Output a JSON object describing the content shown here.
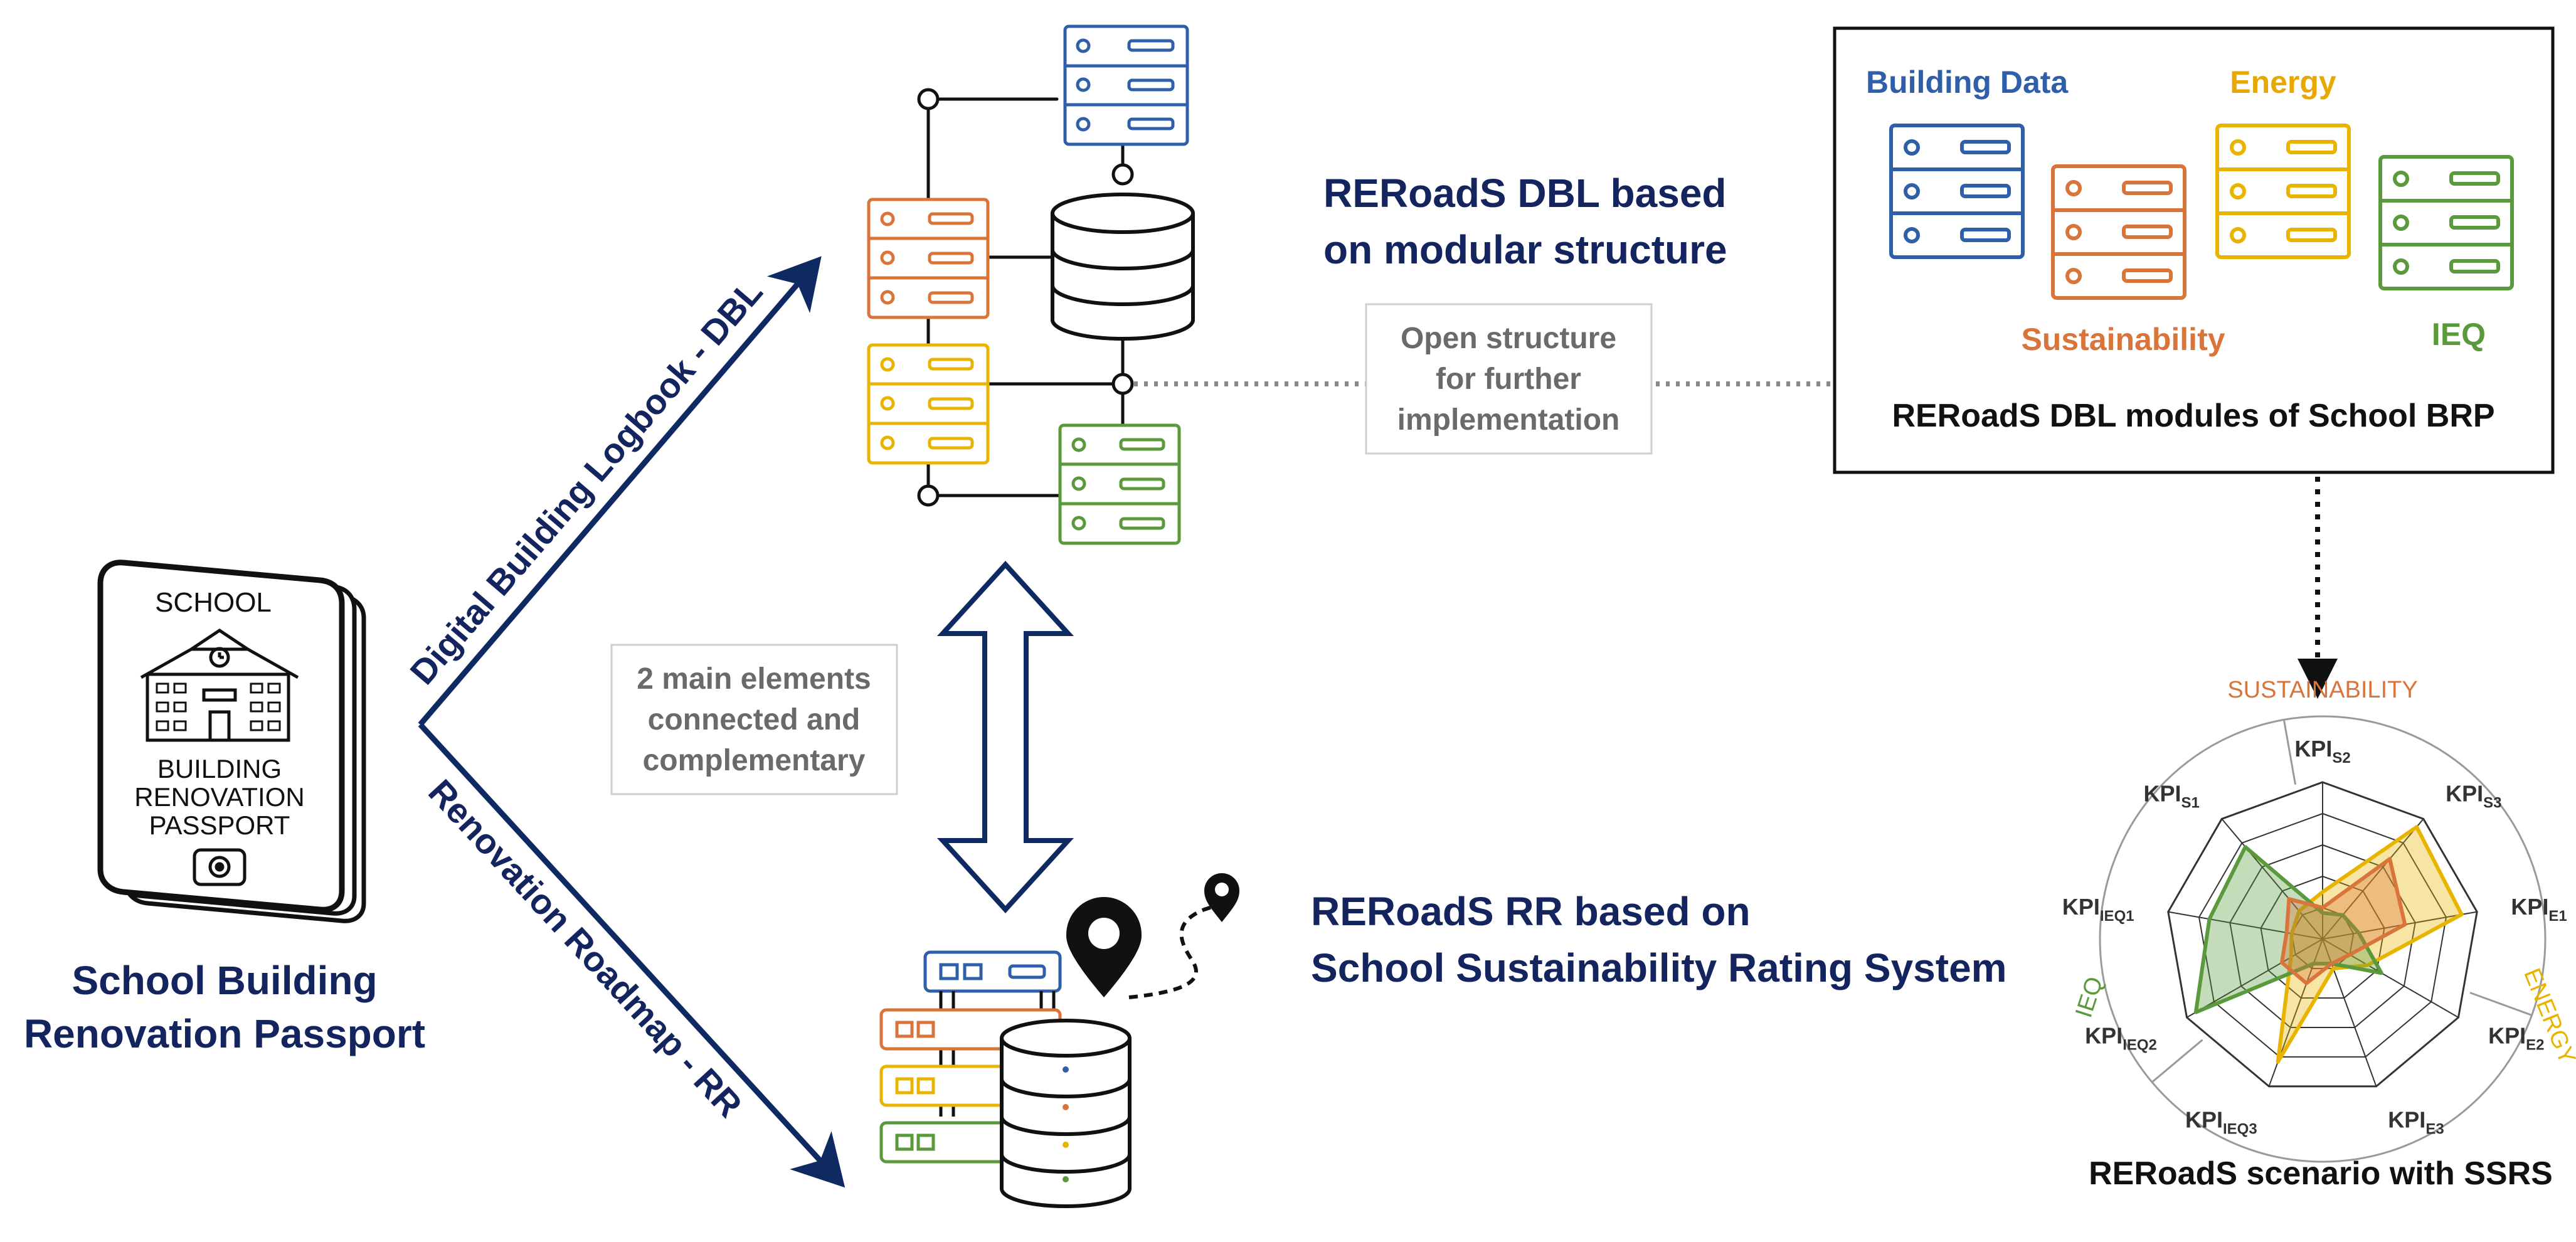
{
  "colors": {
    "navy": "#14245e",
    "blue": "#2f5fa8",
    "orange": "#d9743a",
    "yellow": "#e8b400",
    "green": "#5a9a3c",
    "grey_text": "#6a6a6a"
  },
  "passport": {
    "school": "SCHOOL",
    "line1": "BUILDING",
    "line2": "RENOVATION",
    "line3": "PASSPORT",
    "caption_line1": "School Building",
    "caption_line2": "Renovation Passport",
    "icon": "school-building-icon"
  },
  "branches": {
    "dbl": "Digital Building Logbook - DBL",
    "rr": "Renovation Roadmap - RR"
  },
  "dbl": {
    "title_line1": "RERoadS DBL based",
    "title_line2": "on modular structure",
    "open_note": [
      "Open structure",
      "for further",
      "implementation"
    ]
  },
  "connector_note": [
    "2 main elements",
    "connected and",
    "complementary"
  ],
  "rr": {
    "title_line1": "RERoadS RR based on",
    "title_line2": "School Sustainability Rating System",
    "icon": "map-pin-icon"
  },
  "modules": {
    "building_data": "Building Data",
    "energy": "Energy",
    "sustainability": "Sustainability",
    "ieq": "IEQ",
    "caption": "RERoadS DBL modules of School BRP"
  },
  "radar": {
    "caption": "RERoadS scenario with SSRS",
    "categories": [
      "SUSTAINABILITY",
      "ENERGY",
      "IEQ"
    ],
    "axes": [
      {
        "base": "KPI",
        "sub": "S2"
      },
      {
        "base": "KPI",
        "sub": "S3"
      },
      {
        "base": "KPI",
        "sub": "E1"
      },
      {
        "base": "KPI",
        "sub": "E2"
      },
      {
        "base": "KPI",
        "sub": "E3"
      },
      {
        "base": "KPI",
        "sub": "IEQ3"
      },
      {
        "base": "KPI",
        "sub": "IEQ2"
      },
      {
        "base": "KPI",
        "sub": "IEQ1"
      },
      {
        "base": "KPI",
        "sub": "S1"
      }
    ],
    "series": [
      {
        "color": "#e8b400",
        "values": [
          0.9,
          2.8,
          2.7,
          1.0,
          0.6,
          2.5,
          0.7,
          0.6,
          0.7
        ]
      },
      {
        "color": "#5a9a3c",
        "values": [
          0.5,
          0.6,
          0.7,
          1.3,
          0.5,
          0.5,
          2.8,
          2.2,
          2.3
        ]
      },
      {
        "color": "#d9743a",
        "values": [
          0.6,
          2.0,
          1.6,
          0.6,
          0.5,
          0.9,
          0.9,
          0.7,
          1.0
        ]
      }
    ],
    "max": 3
  }
}
